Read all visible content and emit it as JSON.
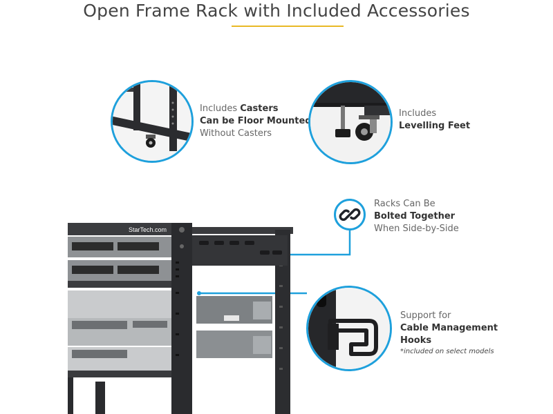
{
  "title": "Open Frame Rack with Included Accessories",
  "brand_logo": "StarTech.com",
  "colors": {
    "accent_blue": "#1ea0dc",
    "underline_gold": "#e9b824",
    "rack_dark": "#2a2b2e"
  },
  "callouts": {
    "casters": {
      "line1_prefix": "Includes ",
      "line1_bold": "Casters",
      "line2": "Can be Floor Mounted",
      "line3": "Without Casters"
    },
    "feet": {
      "line1": "Includes",
      "line2": "Levelling Feet"
    },
    "bolted": {
      "line1": "Racks Can Be",
      "line2": "Bolted Together",
      "line3": "When Side-by-Side",
      "icon": "chain-link-icon"
    },
    "cable": {
      "line1": "Support for",
      "line2": "Cable Management",
      "line3": "Hooks",
      "note": "*included on select models"
    }
  }
}
